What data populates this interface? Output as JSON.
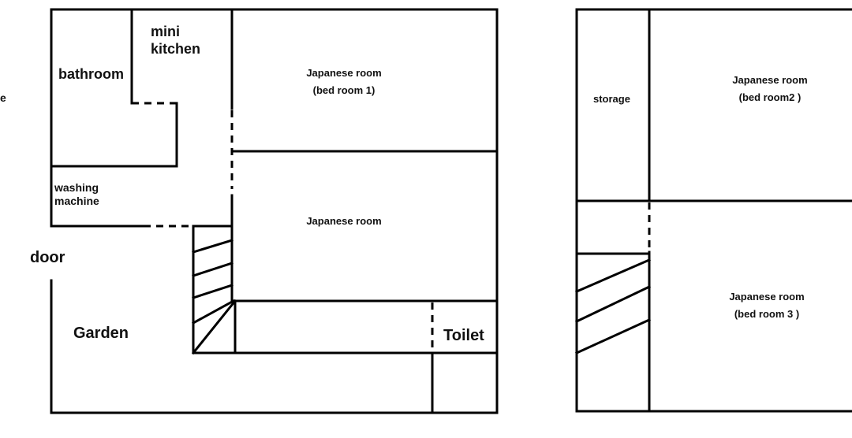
{
  "rooms": {
    "bathroom": "bathroom",
    "mini_kitchen": [
      "mini",
      "kitchen"
    ],
    "washing_machine": [
      "washing",
      "machine"
    ],
    "door": "door",
    "garden": "Garden",
    "toilet": "Toilet",
    "japanese_room_1": [
      "Japanese room",
      "(bed room 1)"
    ],
    "japanese_room_middle": "Japanese room",
    "storage": "storage",
    "japanese_room_2": [
      "Japanese room",
      "(bed room2 )"
    ],
    "japanese_room_3": [
      "Japanese room",
      "(bed room 3 )"
    ],
    "edge_fragment": "e"
  },
  "colors": {
    "wall": "#000000",
    "background": "#ffffff"
  }
}
